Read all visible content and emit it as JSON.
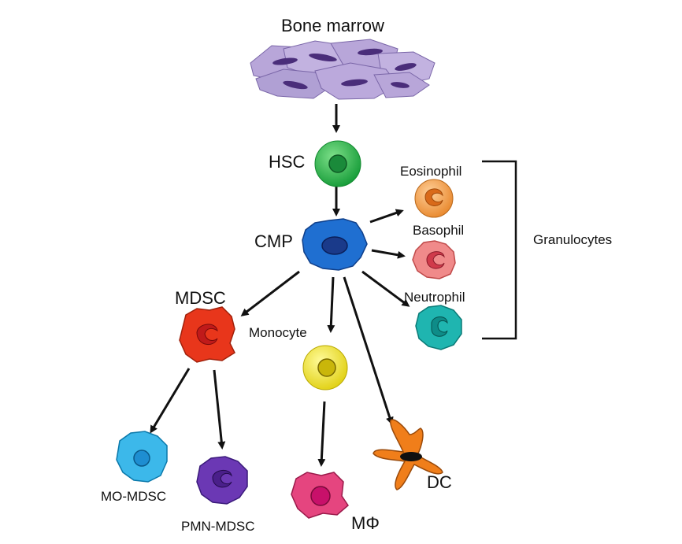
{
  "labels": {
    "bone_marrow": "Bone marrow",
    "hsc": "HSC",
    "cmp": "CMP",
    "eosinophil": "Eosinophil",
    "basophil": "Basophil",
    "neutrophil": "Neutrophil",
    "granulocytes": "Granulocytes",
    "mdsc": "MDSC",
    "monocyte": "Monocyte",
    "mo_mdsc": "MO-MDSC",
    "pmn_mdsc": "PMN-MDSC",
    "macrophage": "MΦ",
    "dc": "DC"
  },
  "colors": {
    "bone_marrow": "#b8a6d9",
    "bone_marrow_nucleus": "#4a2d7a",
    "hsc": "#2bb24c",
    "cmp": "#1f6fd1",
    "eosinophil": "#f39a3c",
    "basophil": "#f08a8a",
    "neutrophil": "#1fb5b0",
    "mdsc": "#e8361b",
    "monocyte": "#f3e92a",
    "mo_mdsc": "#3cb8ea",
    "pmn_mdsc": "#6b38b4",
    "macrophage": "#e5457f",
    "dc": "#f07e1a"
  }
}
